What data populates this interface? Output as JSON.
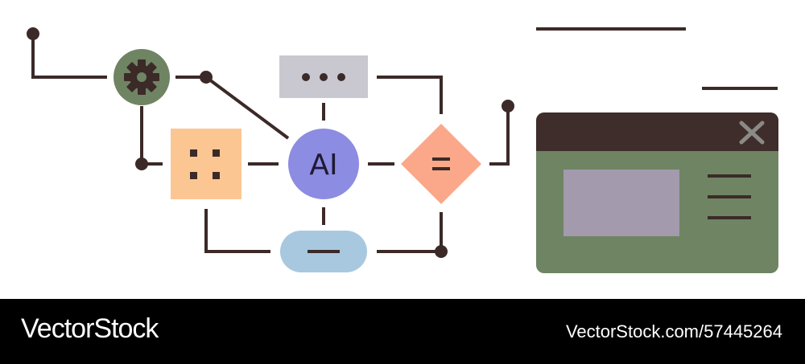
{
  "colors": {
    "line": "#3b2a28",
    "gear_node": "#6f8463",
    "grid_node": "#fcc692",
    "ai_node": "#8c8ce2",
    "ellipsis_node": "#c9c8d0",
    "decision_node": "#fba88a",
    "minus_node": "#a8c8e0",
    "window_titlebar": "#3e2d2a",
    "window_body": "#6f8463",
    "window_image": "#a39aad",
    "window_close": "#8a8a86",
    "footer_bg": "#000000",
    "footer_text": "#ffffff"
  },
  "diagram": {
    "ai_label": "AI",
    "icons": [
      "gear-icon",
      "grid-dots-icon",
      "ellipsis-icon",
      "equals-icon",
      "minus-icon",
      "close-icon",
      "menu-lines-icon",
      "image-placeholder-icon"
    ]
  },
  "footer": {
    "brand": "VectorStock",
    "image_ref": "VectorStock.com/57445264"
  }
}
